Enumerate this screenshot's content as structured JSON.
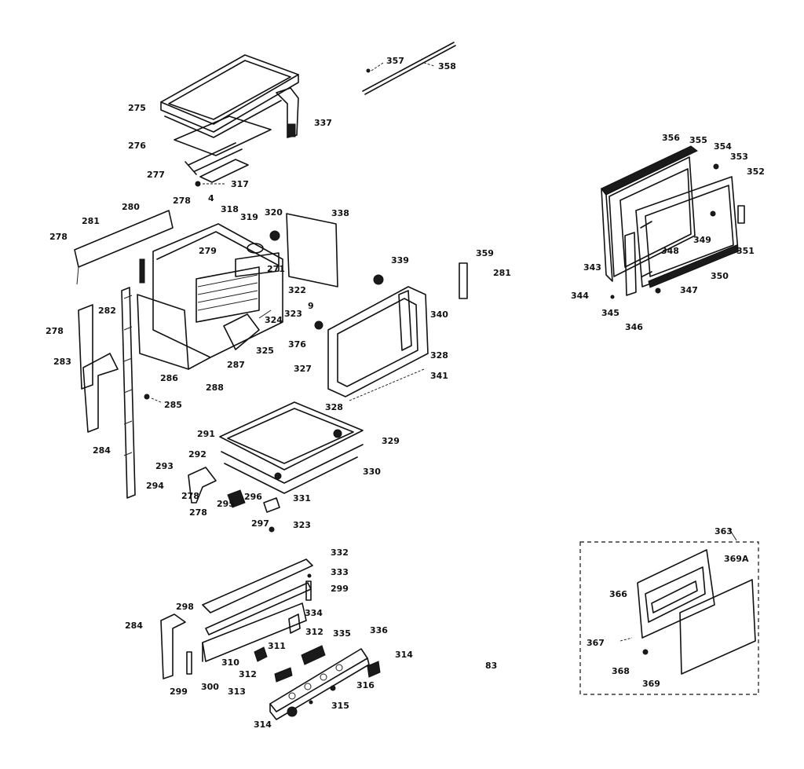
{
  "callouts": [
    {
      "id": "c275",
      "label": "275"
    },
    {
      "id": "c276",
      "label": "276"
    },
    {
      "id": "c277",
      "label": "277"
    },
    {
      "id": "c317",
      "label": "317"
    },
    {
      "id": "c4",
      "label": "4"
    },
    {
      "id": "c337",
      "label": "337"
    },
    {
      "id": "c357",
      "label": "357"
    },
    {
      "id": "c358",
      "label": "358"
    },
    {
      "id": "c280",
      "label": "280"
    },
    {
      "id": "c278a",
      "label": "278"
    },
    {
      "id": "c318",
      "label": "318"
    },
    {
      "id": "c319",
      "label": "319"
    },
    {
      "id": "c320",
      "label": "320"
    },
    {
      "id": "c338",
      "label": "338"
    },
    {
      "id": "c281a",
      "label": "281"
    },
    {
      "id": "c278b",
      "label": "278"
    },
    {
      "id": "c279",
      "label": "279"
    },
    {
      "id": "c271",
      "label": "271"
    },
    {
      "id": "c322",
      "label": "322"
    },
    {
      "id": "c339",
      "label": "339"
    },
    {
      "id": "c359",
      "label": "359"
    },
    {
      "id": "c281b",
      "label": "281"
    },
    {
      "id": "c282",
      "label": "282"
    },
    {
      "id": "c323a",
      "label": "323"
    },
    {
      "id": "c9",
      "label": "9"
    },
    {
      "id": "c324",
      "label": "324"
    },
    {
      "id": "c340",
      "label": "340"
    },
    {
      "id": "c278c",
      "label": "278"
    },
    {
      "id": "c376",
      "label": "376"
    },
    {
      "id": "c283",
      "label": "283"
    },
    {
      "id": "c325",
      "label": "325"
    },
    {
      "id": "c328a",
      "label": "328"
    },
    {
      "id": "c327",
      "label": "327"
    },
    {
      "id": "c287",
      "label": "287"
    },
    {
      "id": "c286",
      "label": "286"
    },
    {
      "id": "c288",
      "label": "288"
    },
    {
      "id": "c341",
      "label": "341"
    },
    {
      "id": "c285",
      "label": "285"
    },
    {
      "id": "c328b",
      "label": "328"
    },
    {
      "id": "c284a",
      "label": "284"
    },
    {
      "id": "c291",
      "label": "291"
    },
    {
      "id": "c329",
      "label": "329"
    },
    {
      "id": "c292",
      "label": "292"
    },
    {
      "id": "c293",
      "label": "293"
    },
    {
      "id": "c330",
      "label": "330"
    },
    {
      "id": "c294",
      "label": "294"
    },
    {
      "id": "c278d",
      "label": "278"
    },
    {
      "id": "c278e",
      "label": "278"
    },
    {
      "id": "c295",
      "label": "295"
    },
    {
      "id": "c296",
      "label": "296"
    },
    {
      "id": "c331",
      "label": "331"
    },
    {
      "id": "c323b",
      "label": "323"
    },
    {
      "id": "c297",
      "label": "297"
    },
    {
      "id": "c356",
      "label": "356"
    },
    {
      "id": "c355",
      "label": "355"
    },
    {
      "id": "c354",
      "label": "354"
    },
    {
      "id": "c353",
      "label": "353"
    },
    {
      "id": "c352",
      "label": "352"
    },
    {
      "id": "c349",
      "label": "349"
    },
    {
      "id": "c348",
      "label": "348"
    },
    {
      "id": "c351",
      "label": "351"
    },
    {
      "id": "c343",
      "label": "343"
    },
    {
      "id": "c350",
      "label": "350"
    },
    {
      "id": "c344",
      "label": "344"
    },
    {
      "id": "c347",
      "label": "347"
    },
    {
      "id": "c345",
      "label": "345"
    },
    {
      "id": "c346",
      "label": "346"
    },
    {
      "id": "c332",
      "label": "332"
    },
    {
      "id": "c333",
      "label": "333"
    },
    {
      "id": "c299a",
      "label": "299"
    },
    {
      "id": "c298",
      "label": "298"
    },
    {
      "id": "c334",
      "label": "334"
    },
    {
      "id": "c284b",
      "label": "284"
    },
    {
      "id": "c312a",
      "label": "312"
    },
    {
      "id": "c335",
      "label": "335"
    },
    {
      "id": "c336",
      "label": "336"
    },
    {
      "id": "c311",
      "label": "311"
    },
    {
      "id": "c310",
      "label": "310"
    },
    {
      "id": "c314a",
      "label": "314"
    },
    {
      "id": "c312b",
      "label": "312"
    },
    {
      "id": "c313",
      "label": "313"
    },
    {
      "id": "c316",
      "label": "316"
    },
    {
      "id": "c299b",
      "label": "299"
    },
    {
      "id": "c300",
      "label": "300"
    },
    {
      "id": "c315",
      "label": "315"
    },
    {
      "id": "c314b",
      "label": "314"
    },
    {
      "id": "c363",
      "label": "363"
    },
    {
      "id": "c369A",
      "label": "369A"
    },
    {
      "id": "c366",
      "label": "366"
    },
    {
      "id": "c367",
      "label": "367"
    },
    {
      "id": "c368",
      "label": "368"
    },
    {
      "id": "c369",
      "label": "369"
    },
    {
      "id": "c83",
      "label": "83"
    }
  ],
  "colors": {
    "ink": "#111111",
    "paper": "#ffffff"
  }
}
